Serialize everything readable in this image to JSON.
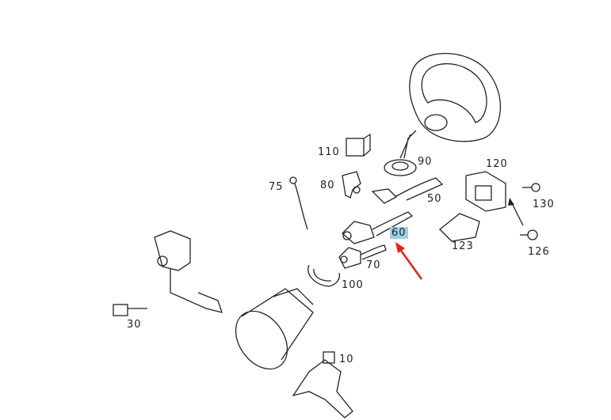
{
  "diagram": {
    "labels": {
      "p10": "10",
      "p30": "30",
      "p50": "50",
      "p60": "60",
      "p70": "70",
      "p75": "75",
      "p80": "80",
      "p90": "90",
      "p100": "100",
      "p110": "110",
      "p120": "120",
      "p123": "123",
      "p126": "126",
      "p130": "130"
    },
    "highlighted_part": "60",
    "colors": {
      "highlight": "#9ccfe3",
      "arrow": "#e8201c",
      "line": "#222222"
    }
  }
}
